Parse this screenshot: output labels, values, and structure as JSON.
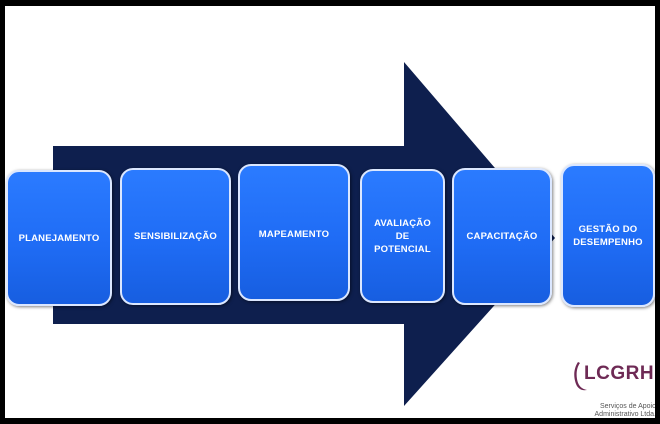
{
  "diagram": {
    "steps": [
      {
        "label": "PLANEJAMENTO"
      },
      {
        "label": "SENSIBILIZAÇÃO"
      },
      {
        "label": "MAPEAMENTO"
      },
      {
        "label": "AVALIAÇÃO\nDE\nPOTENCIAL"
      },
      {
        "label": "CAPACITAÇÃO"
      },
      {
        "label": "GESTÃO DO\nDESEMPENHO"
      }
    ]
  },
  "logo": {
    "name": "LCGRH",
    "tagline": "Serviços de Apoio Administrativo Ltda."
  },
  "colors": {
    "arrow": "#0e1f4e",
    "box": "#1f6cf5",
    "box_border": "#dbe7ff",
    "logo": "#6e2a55"
  }
}
